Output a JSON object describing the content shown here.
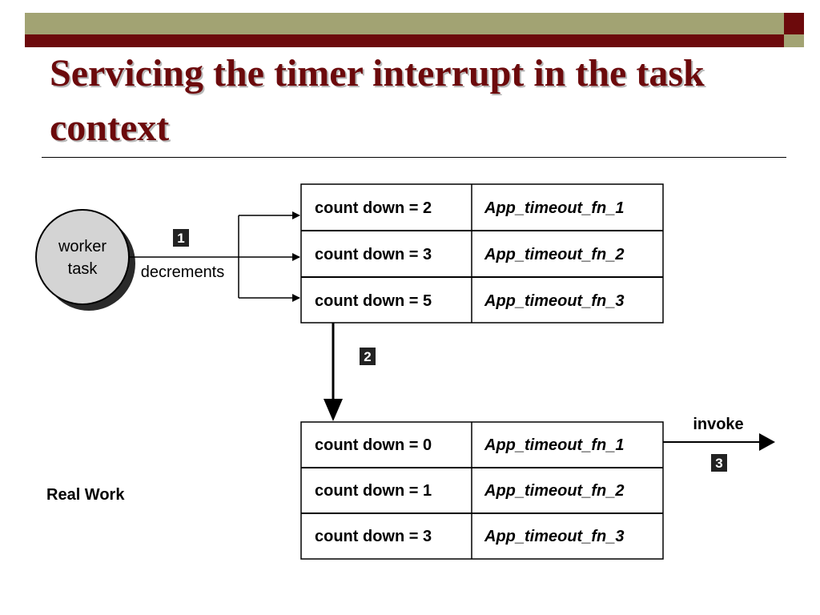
{
  "title": "Servicing the timer interrupt in the task context",
  "worker": {
    "line1": "worker",
    "line2": "task"
  },
  "step1": {
    "badge": "1",
    "label": "decrements"
  },
  "step2": {
    "badge": "2"
  },
  "step3": {
    "badge": "3",
    "label": "invoke"
  },
  "table_before": {
    "rows": [
      {
        "count": "count down = 2",
        "fn": "App_timeout_fn_1"
      },
      {
        "count": "count down = 3",
        "fn": "App_timeout_fn_2"
      },
      {
        "count": "count down = 5",
        "fn": "App_timeout_fn_3"
      }
    ]
  },
  "table_after": {
    "rows": [
      {
        "count": "count down = 0",
        "fn": "App_timeout_fn_1"
      },
      {
        "count": "count down = 1",
        "fn": "App_timeout_fn_2"
      },
      {
        "count": "count down = 3",
        "fn": "App_timeout_fn_3"
      }
    ]
  },
  "real_work": "Real Work",
  "colors": {
    "maroon": "#6c0a0c",
    "olive": "#a2a373",
    "circle": "#d4d4d4"
  }
}
